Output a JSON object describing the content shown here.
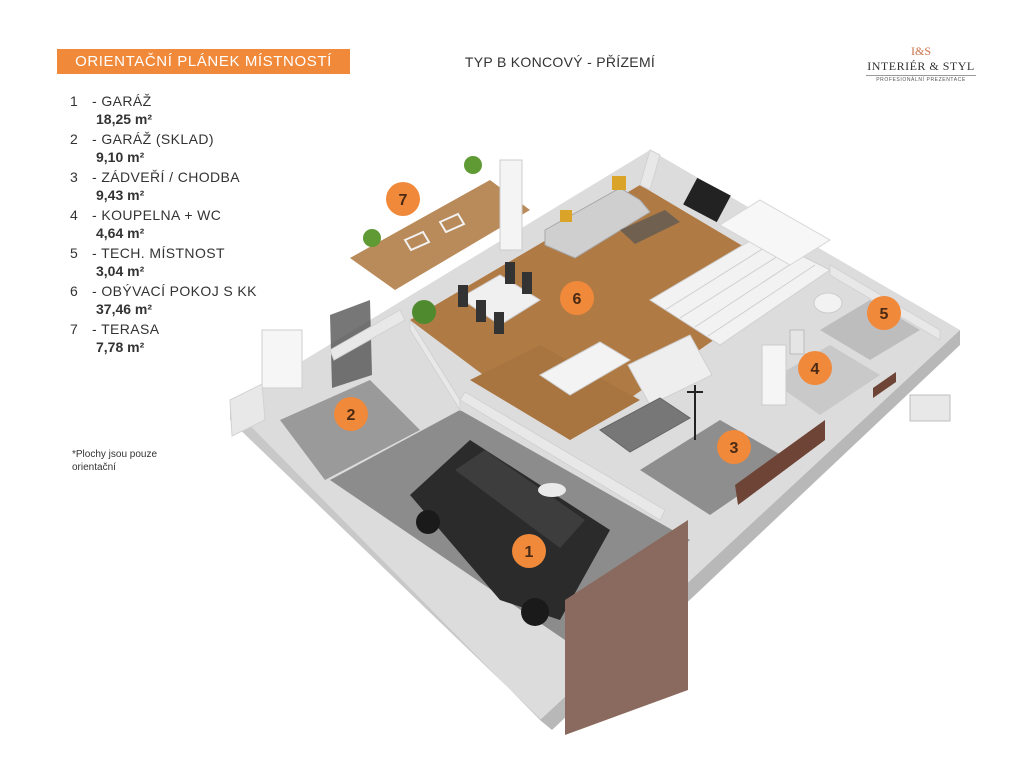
{
  "header": {
    "title": "ORIENTAČNÍ PLÁNEK MÍSTNOSTÍ",
    "subtitle": "TYP B KONCOVÝ - PŘÍZEMÍ"
  },
  "logo": {
    "monogram": "I&S",
    "name": "INTERIÉR & STYL",
    "tagline": "PROFESIONÁLNÍ PREZENTACE"
  },
  "rooms": [
    {
      "number": "1",
      "name": "- GARÁŽ",
      "area": "18,25 m²"
    },
    {
      "number": "2",
      "name": "- GARÁŽ (SKLAD)",
      "area": "9,10 m²"
    },
    {
      "number": "3",
      "name": "- ZÁDVEŘÍ / CHODBA",
      "area": "9,43 m²"
    },
    {
      "number": "4",
      "name": "- KOUPELNA + WC",
      "area": "4,64 m²"
    },
    {
      "number": "5",
      "name": "- TECH. MÍSTNOST",
      "area": "3,04 m²"
    },
    {
      "number": "6",
      "name": "- OBÝVACÍ POKOJ S KK",
      "area": "37,46 m²"
    },
    {
      "number": "7",
      "name": "- TERASA",
      "area": "7,78 m²"
    }
  ],
  "note": "*Plochy jsou pouze orientační",
  "markers": [
    "1",
    "2",
    "3",
    "4",
    "5",
    "6",
    "7"
  ],
  "colors": {
    "accent": "#f0893a",
    "floor_wood": "#b07a45",
    "floor_concrete": "#8a8a8a",
    "wall": "#e4e4e4",
    "marker_text": "#4a2a14"
  }
}
